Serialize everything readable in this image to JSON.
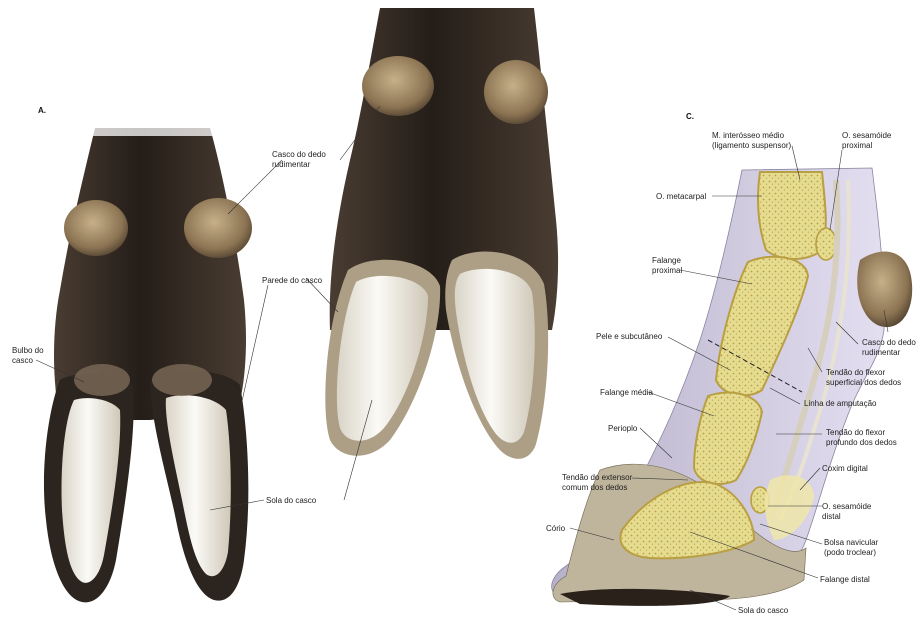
{
  "panels": {
    "a": "A.",
    "c": "C."
  },
  "labels": {
    "casco_dedo_rudimentar_a": [
      "Casco do dedo",
      "rudimentar"
    ],
    "parede_do_casco": "Parede do casco",
    "bulbo_do_casco": [
      "Bulbo do",
      "casco"
    ],
    "sola_do_casco_a": "Sola do casco",
    "m_interosseo": [
      "M. interósseo médio",
      "(ligamento suspensor)"
    ],
    "o_sesamoide_proximal": [
      "O. sesamóide",
      "proximal"
    ],
    "o_metacarpal": "O. metacarpal",
    "falange_proximal": [
      "Falange",
      "proximal"
    ],
    "casco_dedo_rudimentar_c": [
      "Casco do dedo",
      "rudimentar"
    ],
    "pele_subcutaneo": "Pele e subcutâneo",
    "tendao_flexor_superficial": [
      "Tendão do flexor",
      "superficial dos dedos"
    ],
    "linha_amputacao": "Linha de amputação",
    "falange_media": "Falange média",
    "tendao_flexor_profundo": [
      "Tendão do flexor",
      "profundo dos dedos"
    ],
    "perioplo": "Perioplo",
    "coxim_digital": "Coxim digital",
    "tendao_extensor": [
      "Tendão do extensor",
      "comum dos dedos"
    ],
    "o_sesamoide_distal": [
      "O. sesamóide",
      "distal"
    ],
    "corio": "Cório",
    "bolsa_navicular": [
      "Bolsa navicular",
      "(podo troclear)"
    ],
    "falange_distal": "Falange distal",
    "sola_do_casco_c": "Sola do casco"
  },
  "colors": {
    "hair": "#2e2620",
    "hoof_wall": "#b8a98f",
    "sole": "#f1eee6",
    "bone": "#e3d98a",
    "marrow": "#c9b45a",
    "skin": "#c9c2d6",
    "tendon": "#d9d3c2"
  }
}
